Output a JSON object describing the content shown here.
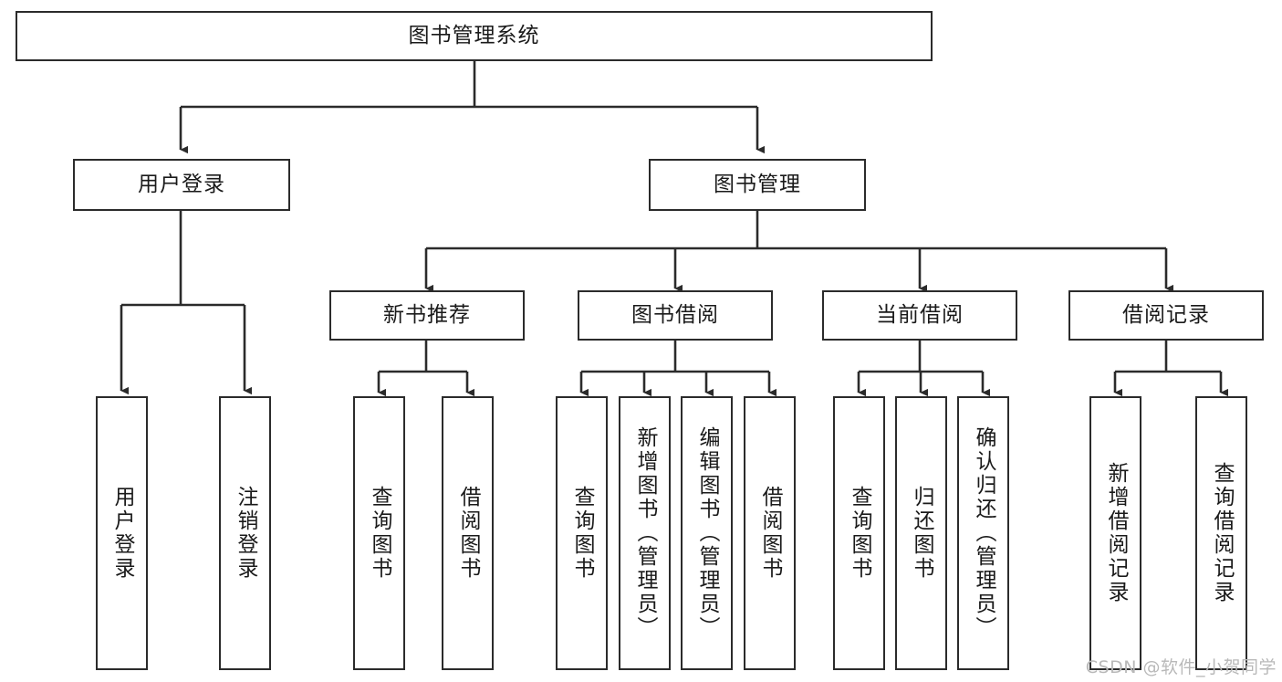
{
  "diagram": {
    "title": "图书管理系统",
    "watermark": "CSDN @软件_小贺同学",
    "line_color": "#2b2b2b",
    "text_color": "#1a1a1a",
    "background": "#ffffff",
    "nodes": {
      "root": {
        "label": "图书管理系统"
      },
      "level2": [
        {
          "label": "用户登录"
        },
        {
          "label": "图书管理"
        }
      ],
      "level3": [
        {
          "label": "新书推荐"
        },
        {
          "label": "图书借阅"
        },
        {
          "label": "当前借阅"
        },
        {
          "label": "借阅记录"
        }
      ],
      "leaves": [
        {
          "label": "用户登录"
        },
        {
          "label": "注销登录"
        },
        {
          "label": "查询图书"
        },
        {
          "label": "借阅图书"
        },
        {
          "label": "查询图书"
        },
        {
          "label": "新增图书（管理员）"
        },
        {
          "label": "编辑图书（管理员）"
        },
        {
          "label": "借阅图书"
        },
        {
          "label": "查询图书"
        },
        {
          "label": "归还图书"
        },
        {
          "label": "确认归还（管理员）"
        },
        {
          "label": "新增借阅记录"
        },
        {
          "label": "查询借阅记录"
        }
      ]
    }
  }
}
